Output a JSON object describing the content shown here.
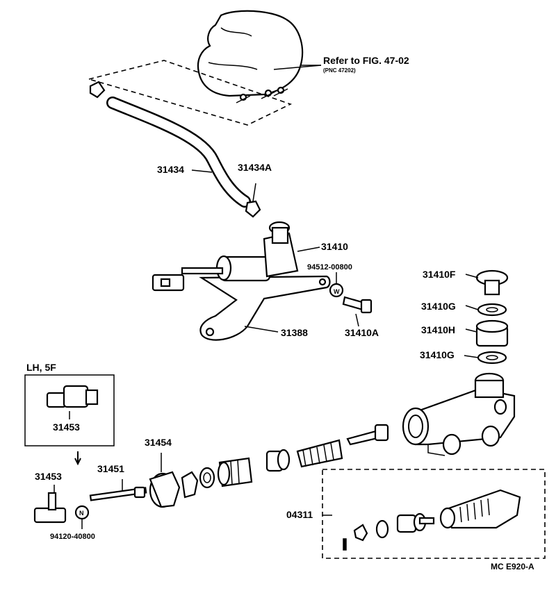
{
  "refer": {
    "text": "Refer to FIG. 47-02",
    "sub": "(PNC 47202)"
  },
  "labels": {
    "p31434": "31434",
    "p31434A": "31434A",
    "p31410": "31410",
    "p94512": "94512-00800",
    "p31410F": "31410F",
    "p31410G_a": "31410G",
    "p31410H": "31410H",
    "p31410G_b": "31410G",
    "p31388": "31388",
    "p31410A": "31410A",
    "lh5f": "LH, 5F",
    "p31453_box": "31453",
    "p31454": "31454",
    "p31451": "31451",
    "p31453": "31453",
    "p94120": "94120-40800",
    "p04311": "04311",
    "w_mark": "W",
    "n_mark": "N",
    "code": "MC  E920-A"
  }
}
